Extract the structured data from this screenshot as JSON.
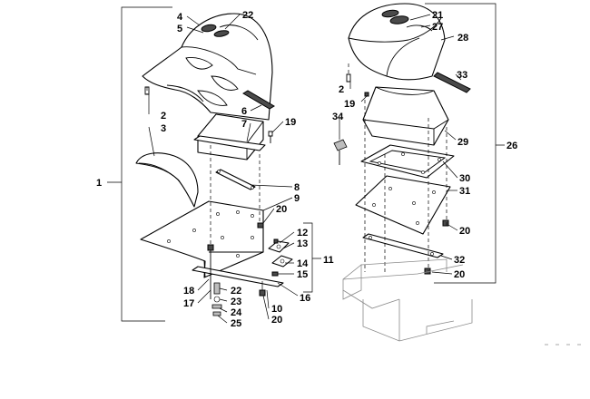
{
  "callouts": {
    "c1": "1",
    "c2a": "2",
    "c3": "3",
    "c4": "4",
    "c5": "5",
    "c6": "6",
    "c7": "7",
    "c8": "8",
    "c9": "9",
    "c10": "10",
    "c11": "11",
    "c12": "12",
    "c13": "13",
    "c14": "14",
    "c15": "15",
    "c16": "16",
    "c17": "17",
    "c18": "18",
    "c19a": "19",
    "c20a": "20",
    "c20b": "20",
    "c22a": "22",
    "c22b": "22",
    "c23": "23",
    "c24": "24",
    "c25": "25",
    "c2b": "2",
    "c19b": "19",
    "c20c": "20",
    "c20d": "20",
    "c21": "21",
    "c26": "26",
    "c27": "27",
    "c28": "28",
    "c29": "29",
    "c30": "30",
    "c31": "31",
    "c32": "32",
    "c33": "33",
    "c34": "34"
  }
}
